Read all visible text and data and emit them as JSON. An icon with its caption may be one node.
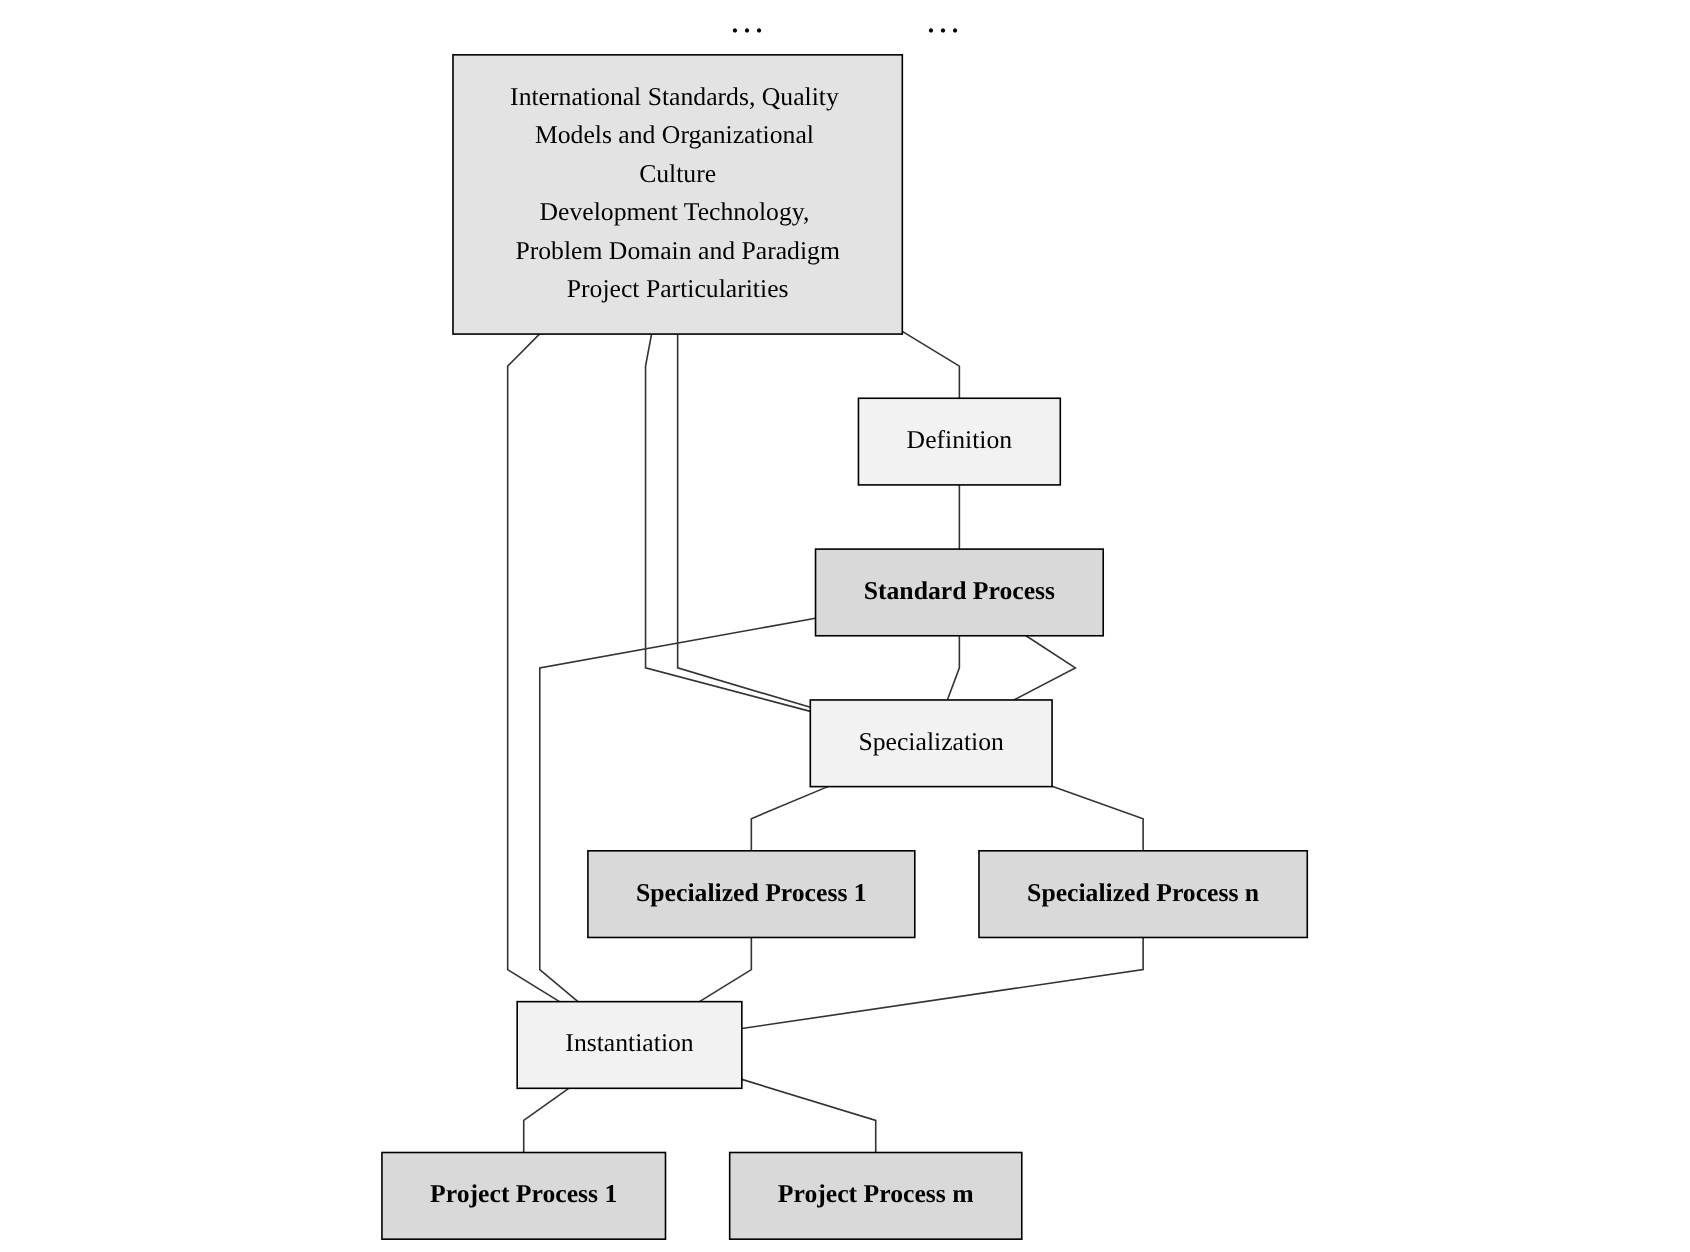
{
  "diagram": {
    "nodes": [
      {
        "text": [
          "International Standards, Quality Models and Organizational Culture",
          "Development Technology, Problem Domain and Paradigm",
          "Project Particularities"
        ]
      },
      {
        "text": [
          "Definition"
        ]
      },
      {
        "text": [
          "Standard Process"
        ]
      },
      {
        "text": [
          "Specialization"
        ]
      },
      {
        "text": [
          "Specialized Process 1"
        ]
      },
      {
        "text": [
          "Specialized Process n"
        ]
      },
      {
        "text": [
          "Instantiation"
        ]
      },
      {
        "text": [
          "Project Process 1"
        ]
      },
      {
        "text": [
          "Project Process m"
        ]
      }
    ],
    "edges": [
      {
        "from": 0,
        "to": 1,
        "arrow": "none"
      },
      {
        "from": 0,
        "to": 3,
        "arrow": "none"
      },
      {
        "from": 0,
        "to": 3,
        "arrow": "none"
      },
      {
        "from": 0,
        "to": 6,
        "arrow": "none"
      },
      {
        "from": 1,
        "to": 2,
        "arrow": "none"
      },
      {
        "from": 2,
        "to": 3,
        "arrow": "none"
      },
      {
        "from": 2,
        "to": 3,
        "arrow": "none"
      },
      {
        "from": 2,
        "to": 6,
        "arrow": "none"
      },
      {
        "from": 3,
        "to": 4,
        "arrow": "none"
      },
      {
        "from": 3,
        "to": 5,
        "arrow": "none"
      },
      {
        "from": 4,
        "to": 6,
        "arrow": "none"
      },
      {
        "from": 5,
        "to": 6,
        "arrow": "none"
      },
      {
        "from": 6,
        "to": 7,
        "arrow": "none"
      },
      {
        "from": 6,
        "to": 8,
        "arrow": "none"
      }
    ],
    "labels": [
      "…",
      "…"
    ]
  }
}
